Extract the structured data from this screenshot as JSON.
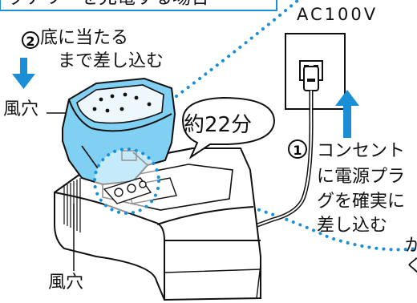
{
  "header": {
    "text": "ッテリーを充電する場合"
  },
  "outlet": {
    "voltage": "AC100V"
  },
  "step2": {
    "marker": "2",
    "line1": "底に当たる",
    "line2": "まで差し込む"
  },
  "step1": {
    "marker": "1",
    "lines": [
      "コンセント",
      "に電源プラ",
      "グを確実に",
      "差し込む"
    ]
  },
  "charge_time": {
    "text": "約22分"
  },
  "vent_labels": {
    "top": "風穴",
    "bottom": "風穴"
  },
  "cut_text": {
    "line1": "が",
    "line2": "く"
  },
  "colors": {
    "accent": "#1a8fd8",
    "battery_fill": "#7fd0f2",
    "outline": "#111111",
    "dots": "#1a8fd8"
  }
}
